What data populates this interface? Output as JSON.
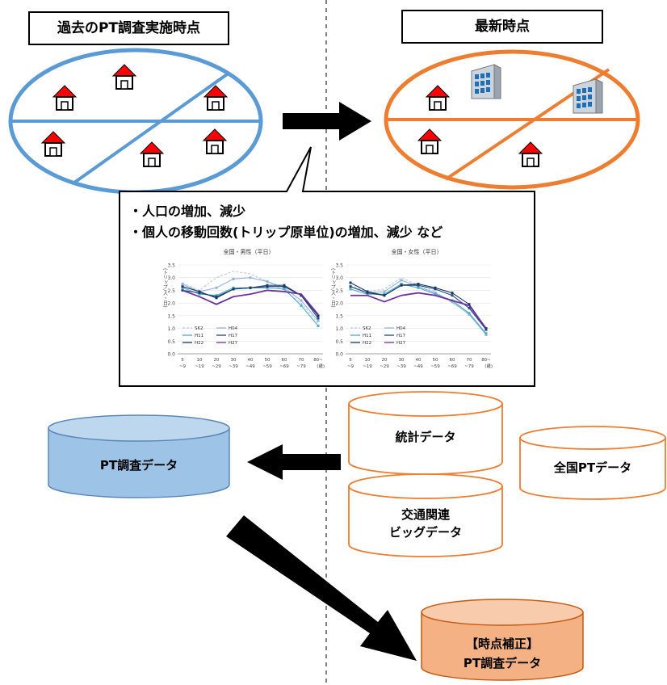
{
  "left_title": "過去のPT調査実施時点",
  "right_title": "最新時点",
  "callout": {
    "line1": "・人口の増加、減少",
    "line2": "・個人の移動回数(トリップ原単位)の増加、減少 など"
  },
  "chart_data": [
    {
      "type": "line",
      "title": "全国・男性（平日）",
      "ylabel": "(トリップ/人・日)",
      "xlabel": "(歳)",
      "ylim": [
        0,
        3.5
      ],
      "yticks": [
        "0.0",
        "0.5",
        "1.0",
        "1.5",
        "2.0",
        "2.5",
        "3.0",
        "3.5"
      ],
      "categories": [
        "5\n~9",
        "10\n~19",
        "20\n~29",
        "30\n~39",
        "40\n~49",
        "50\n~59",
        "60\n~69",
        "70\n~79",
        "80~"
      ],
      "series": [
        {
          "name": "S62",
          "color": "#b8cce4",
          "dash": true,
          "values": [
            2.8,
            2.5,
            3.0,
            3.25,
            3.15,
            2.85,
            2.5,
            2.0,
            1.2
          ]
        },
        {
          "name": "H04",
          "color": "#95b3d7",
          "dash": false,
          "values": [
            2.75,
            2.45,
            2.6,
            2.95,
            3.0,
            2.85,
            2.6,
            2.1,
            1.3
          ]
        },
        {
          "name": "H11",
          "color": "#4bacc6",
          "dash": false,
          "values": [
            2.6,
            2.35,
            2.3,
            2.6,
            2.6,
            2.6,
            2.55,
            1.9,
            1.1
          ]
        },
        {
          "name": "H17",
          "color": "#1f497d",
          "dash": false,
          "values": [
            2.5,
            2.4,
            2.25,
            2.55,
            2.6,
            2.7,
            2.7,
            2.3,
            1.4
          ]
        },
        {
          "name": "H22",
          "color": "#17375e",
          "dash": false,
          "values": [
            2.65,
            2.45,
            2.2,
            2.55,
            2.6,
            2.65,
            2.65,
            2.3,
            1.5
          ]
        },
        {
          "name": "H27",
          "color": "#7030a0",
          "dash": false,
          "values": [
            2.5,
            2.25,
            1.95,
            2.25,
            2.35,
            2.5,
            2.45,
            2.35,
            1.55
          ]
        }
      ]
    },
    {
      "type": "line",
      "title": "全国・女性（平日）",
      "ylabel": "(トリップ/人・日)",
      "xlabel": "(歳)",
      "ylim": [
        0,
        3.5
      ],
      "yticks": [
        "0.0",
        "0.5",
        "1.0",
        "1.5",
        "2.0",
        "2.5",
        "3.0",
        "3.5"
      ],
      "categories": [
        "5\n~9",
        "10\n~19",
        "20\n~29",
        "30\n~39",
        "40\n~49",
        "50\n~59",
        "60\n~69",
        "70\n~79",
        "80~"
      ],
      "series": [
        {
          "name": "S62",
          "color": "#b8cce4",
          "dash": true,
          "values": [
            2.7,
            2.45,
            2.55,
            3.0,
            2.7,
            2.45,
            2.0,
            1.6,
            0.8
          ]
        },
        {
          "name": "H04",
          "color": "#95b3d7",
          "dash": false,
          "values": [
            2.65,
            2.4,
            2.45,
            2.9,
            2.65,
            2.4,
            2.05,
            1.55,
            0.75
          ]
        },
        {
          "name": "H11",
          "color": "#4bacc6",
          "dash": false,
          "values": [
            2.55,
            2.35,
            2.35,
            2.75,
            2.6,
            2.35,
            2.1,
            1.6,
            0.8
          ]
        },
        {
          "name": "H17",
          "color": "#1f497d",
          "dash": false,
          "values": [
            2.65,
            2.4,
            2.3,
            2.7,
            2.7,
            2.55,
            2.3,
            1.8,
            0.95
          ]
        },
        {
          "name": "H22",
          "color": "#17375e",
          "dash": false,
          "values": [
            2.8,
            2.45,
            2.3,
            2.7,
            2.75,
            2.6,
            2.4,
            1.95,
            1.0
          ]
        },
        {
          "name": "H27",
          "color": "#7030a0",
          "dash": false,
          "values": [
            2.3,
            2.3,
            2.05,
            2.3,
            2.4,
            2.3,
            2.1,
            1.9,
            1.0
          ]
        }
      ]
    }
  ],
  "cylinders": {
    "pt_data": "PT調査データ",
    "stats": "統計データ",
    "national_pt": "全国PTデータ",
    "bigdata_line1": "交通関連",
    "bigdata_line2": "ビッグデータ",
    "result_line1": "【時点補正】",
    "result_line2": "PT調査データ"
  },
  "colors": {
    "past_ellipse": "#5b9bd5",
    "latest_ellipse": "#ed7d31",
    "roof": "#ff0000",
    "pt_cylinder": "#9dc3e6",
    "result_cylinder": "#f4b183"
  }
}
